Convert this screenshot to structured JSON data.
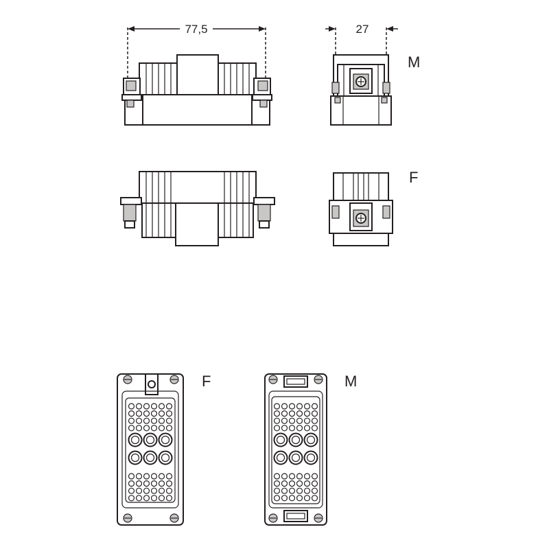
{
  "dimensions": {
    "width_label": "77,5",
    "depth_label": "27"
  },
  "view_labels": {
    "top_side_right": "M",
    "middle_side_right": "F",
    "bottom_left_face": "F",
    "bottom_right_face": "M"
  },
  "colors": {
    "line": "#231f20",
    "fill": "#ffffff",
    "shade": "#c8c7c6"
  },
  "contact_layout": {
    "small_contact_rows_per_block": 4,
    "small_contacts_per_row": 6,
    "large_contact_rows": 2,
    "large_contacts_per_row": 3
  }
}
